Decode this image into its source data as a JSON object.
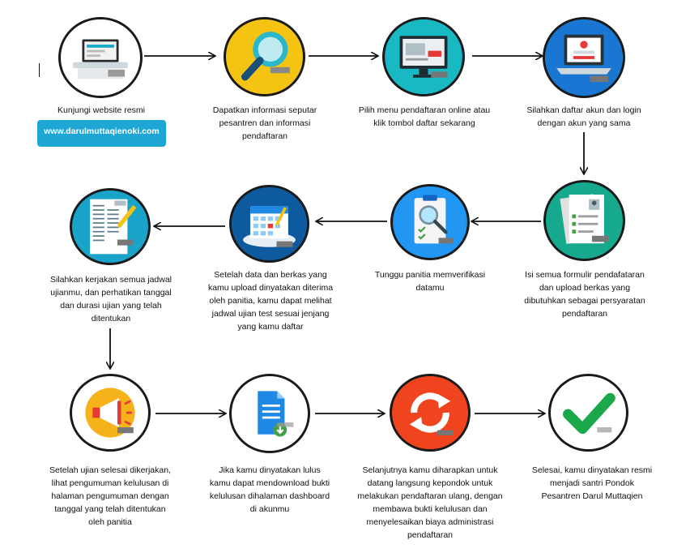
{
  "url": "www.darulmuttaqienoki.com",
  "steps": [
    {
      "caption": "Kunjungi website resmi",
      "icon": "laptop-website-icon",
      "color": "#ffffff"
    },
    {
      "caption": "Dapatkan informasi seputar pesantren dan informasi pendaftaran",
      "icon": "magnifier-icon",
      "color": "#2bb6c9"
    },
    {
      "caption": "Pilih menu pendaftaran online atau klik tombol daftar sekarang",
      "icon": "monitor-registration-icon",
      "color": "#1ea7c9"
    },
    {
      "caption": "Silahkan daftar akun dan login dengan akun yang sama",
      "icon": "login-laptop-icon",
      "color": "#1f8fd6"
    },
    {
      "caption": "Isi semua formulir pendafataran dan upload berkas yang dibutuhkan sebagai persyaratan pendaftaran",
      "icon": "document-form-icon",
      "color": "#17a98e"
    },
    {
      "caption": "Tunggu panitia memverifikasi datamu",
      "icon": "clipboard-verify-icon",
      "color": "#2a8fd6"
    },
    {
      "caption": "Setelah data dan berkas yang kamu upload dinyatakan diterima oleh panitia, kamu dapat melihat jadwal ujian test sesuai jenjang yang kamu daftar",
      "icon": "calendar-schedule-icon",
      "color": "#155fa8"
    },
    {
      "caption": "Silahkan kerjakan semua jadwal ujianmu, dan perhatikan tanggal dan durasi ujian yang telah ditentukan",
      "icon": "test-sheet-icon",
      "color": "#1aa3c9"
    },
    {
      "caption": "Setelah ujian selesai dikerjakan, lihat pengumuman kelulusan di halaman pengumuman dengan tanggal yang telah ditentukan oleh panitia",
      "icon": "megaphone-icon",
      "color": "#ffffff"
    },
    {
      "caption": "Jika kamu dinyatakan lulus kamu dapat mendownload bukti kelulusan dihalaman dashboard di akunmu",
      "icon": "document-download-icon",
      "color": "#ffffff"
    },
    {
      "caption": "Selanjutnya kamu diharapkan untuk datang langsung kepondok untuk melakukan pendaftaran ulang, dengan membawa bukti kelulusan dan menyelesaikan biaya administrasi pendaftaran",
      "icon": "refresh-icon",
      "color": "#f0441f"
    },
    {
      "caption": "Selesai, kamu dinyatakan resmi menjadi santri Pondok Pesantren Darul Muttaqien",
      "icon": "checkmark-icon",
      "color": "#ffffff"
    }
  ]
}
